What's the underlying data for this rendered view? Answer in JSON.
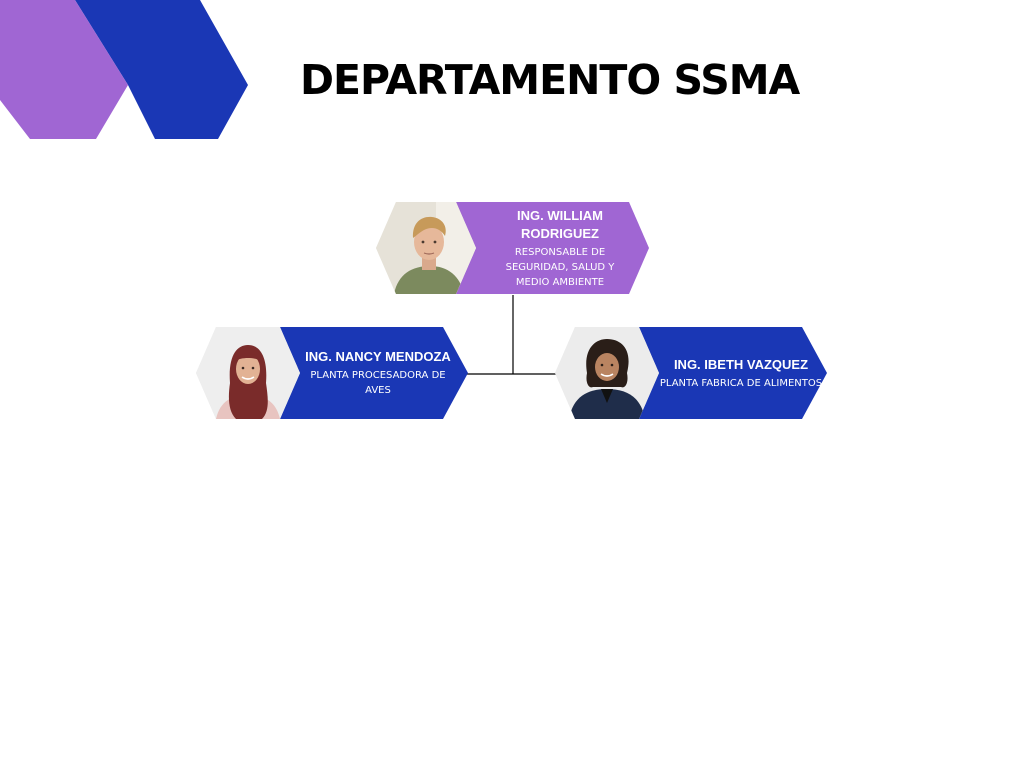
{
  "page": {
    "title": "DEPARTAMENTO SSMA"
  },
  "colors": {
    "violet": "#a066d3",
    "blue": "#1a37b5",
    "line": "#000000"
  },
  "org_chart": {
    "head": {
      "name": "ING. WILLIAM RODRIGUEZ",
      "role": "RESPONSABLE DE SEGURIDAD, SALUD Y MEDIO AMBIENTE",
      "color": "violet",
      "photo_icon": "young-man-portrait"
    },
    "reports": [
      {
        "name": "ING. NANCY MENDOZA",
        "role": "PLANTA PROCESADORA DE AVES",
        "color": "blue",
        "photo_icon": "woman-hijab-portrait"
      },
      {
        "name": "ING. IBETH VAZQUEZ",
        "role": "PLANTA FABRICA DE ALIMENTOS",
        "color": "blue",
        "photo_icon": "woman-curly-hair-portrait"
      }
    ]
  }
}
